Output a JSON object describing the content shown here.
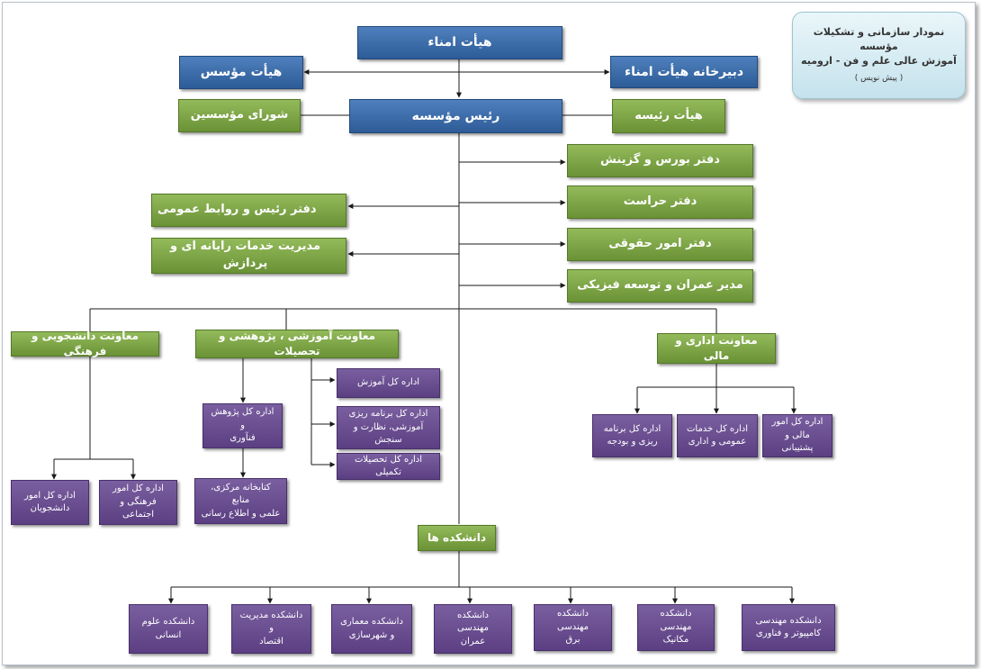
{
  "title_box": {
    "line1": "نمودار سازمانی و تشکیلات مؤسسه",
    "line2": "آموزش عالی علم و فن - ارومیه",
    "note": "( پیش نویس )"
  },
  "top": {
    "board_of_trustees": "هیأت امناء",
    "founding_board": "هیأت مؤسس",
    "trustees_secretariat": "دبیرخانه هیأت امناء",
    "president": "رئیس مؤسسه",
    "founders_council": "شورای مؤسسین",
    "board_of_directors": "هیأت رئیسه"
  },
  "offices_right": [
    "دفتر بورس و گزینش",
    "دفتر حراست",
    "دفتر امور حقوقی",
    "مدیر عمران و توسعه فیزیکی"
  ],
  "offices_left": [
    "دفتر رئیس و روابط عمومی",
    "مدیریت خدمات رایانه ای و پردازش"
  ],
  "student_vp": {
    "label": "معاونت دانشجویی و فرهنگی",
    "units": [
      {
        "line1": "اداره کل امور",
        "line2": "دانشجویان"
      },
      {
        "line1": "اداره کل امور",
        "line2": "فرهنگی و اجتماعی"
      }
    ]
  },
  "edu_vp": {
    "label": "معاونت آموزشی ، پژوهشی و تحصیلات",
    "research": {
      "line1": "اداره کل پژوهش و",
      "line2": "فنآوری"
    },
    "library": {
      "line1": "کتابخانه مرکزی، منابع",
      "line2": "علمی و اطلاع رسانی"
    },
    "units": [
      {
        "line1": "اداره کل آموزش",
        "line2": ""
      },
      {
        "line1": "اداره کل برنامه ریزی",
        "line2": "آموزشی، نظارت و سنجش"
      },
      {
        "line1": "اداره کل تحصیلات تکمیلی",
        "line2": ""
      }
    ]
  },
  "admin_vp": {
    "label": "معاونت اداری و مالی",
    "units": [
      {
        "line1": "اداره کل امور",
        "line2": "مالی و پشتیبانی"
      },
      {
        "line1": "اداره کل خدمات",
        "line2": "عمومی و اداری"
      },
      {
        "line1": "اداره کل برنامه",
        "line2": "ریزی و بودجه"
      }
    ]
  },
  "faculties": {
    "label": "دانشکده ها",
    "items": [
      {
        "line1": "دانشکده علوم",
        "line2": "انسانی"
      },
      {
        "line1": "دانشکده مدیریت و",
        "line2": "اقتصاد"
      },
      {
        "line1": "دانشکده معماری",
        "line2": "و شهرسازی"
      },
      {
        "line1": "دانشکده مهندسی",
        "line2": "عمران"
      },
      {
        "line1": "دانشکده مهندسی",
        "line2": "برق"
      },
      {
        "line1": "دانشکده مهندسی",
        "line2": "مکانیک"
      },
      {
        "line1": "دانشکده مهندسی",
        "line2": "کامپیوتر و فناوری"
      }
    ]
  },
  "colors": {
    "blue": "#2d5c97",
    "green": "#6a9236",
    "purple": "#5b3f82",
    "lines": "#1a1a1a"
  }
}
